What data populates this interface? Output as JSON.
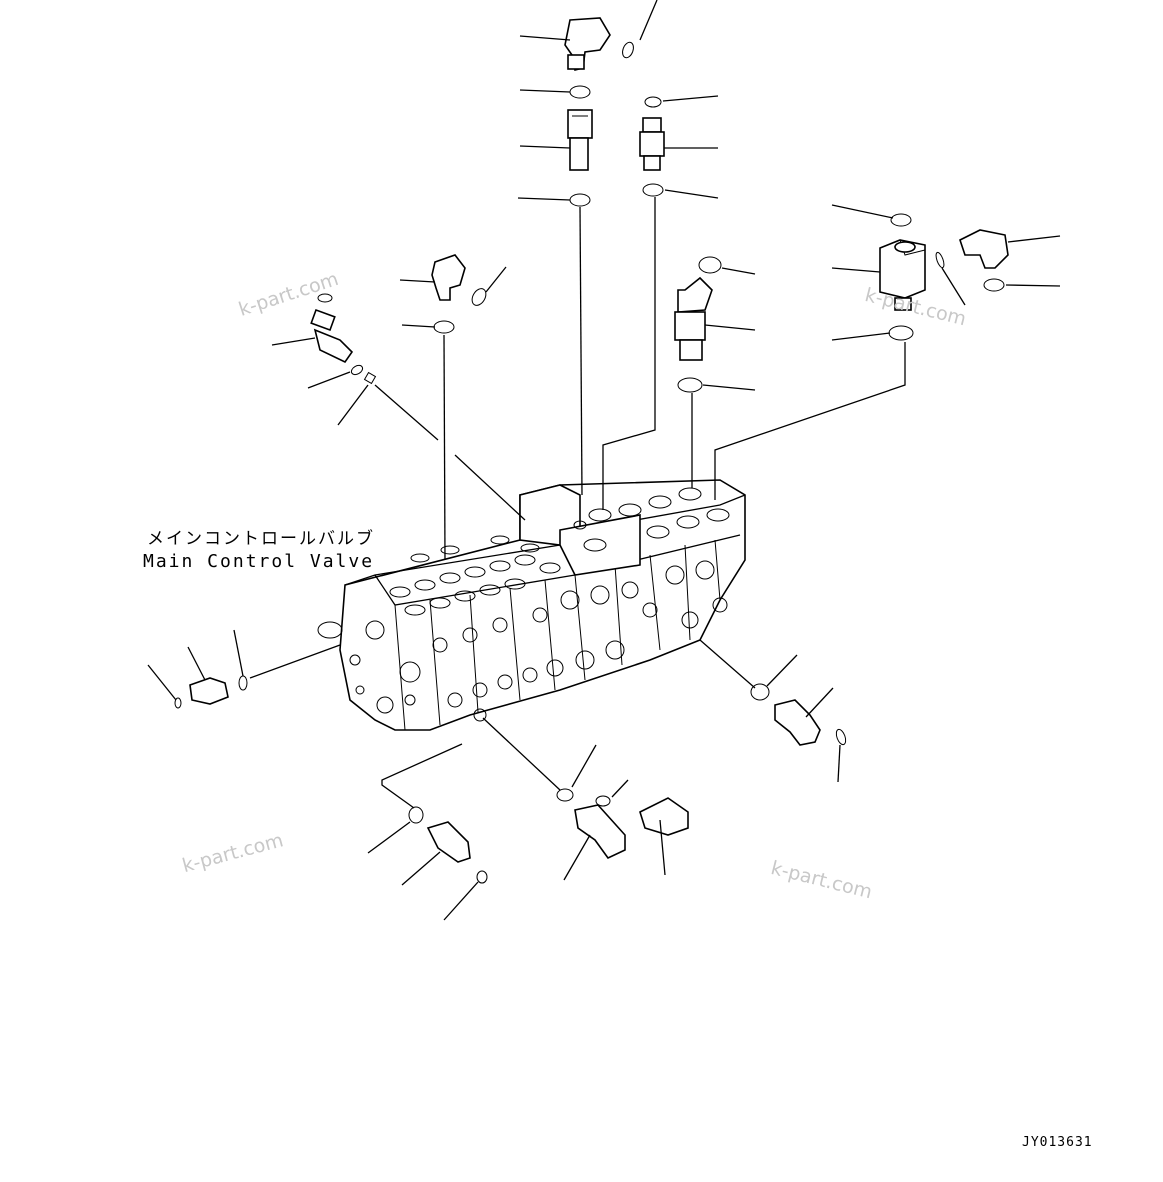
{
  "diagram": {
    "title_jp": "メインコントロールバルブ",
    "title_en": "Main Control Valve",
    "drawing_code": "JY013631",
    "watermark": "k-part.com",
    "colors": {
      "line": "#000000",
      "watermark": "#c8c8c8",
      "background": "#ffffff"
    }
  }
}
